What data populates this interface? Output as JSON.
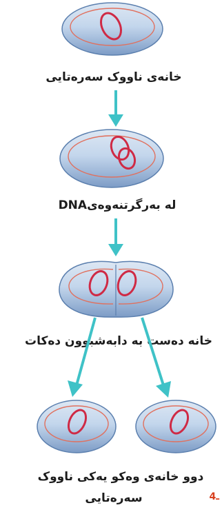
{
  "diagram": {
    "captions": {
      "stage1": "خانەی ناووک سەرەتایی",
      "stage2_prefix": "لە بەرگرتنەوەی ",
      "stage2_dna": "DNA",
      "stage3": "خانە دەست بە دابەشبوون دەکات",
      "stage4_line1": "دوو خانەی وەکو یەکی ناووک",
      "stage4_line2": "سەرەتایی"
    },
    "page_marker": "4ـ"
  },
  "colors": {
    "cell_fill": "#b7cde6",
    "cell_top": "#dde7f3",
    "cell_edge": "#5b7fae",
    "inner_line": "#e0705e",
    "dna_ring": "#cf2a45",
    "arrow": "#3fc2c7",
    "text": "#1c1c1c",
    "page_marker": "#d8401e"
  }
}
